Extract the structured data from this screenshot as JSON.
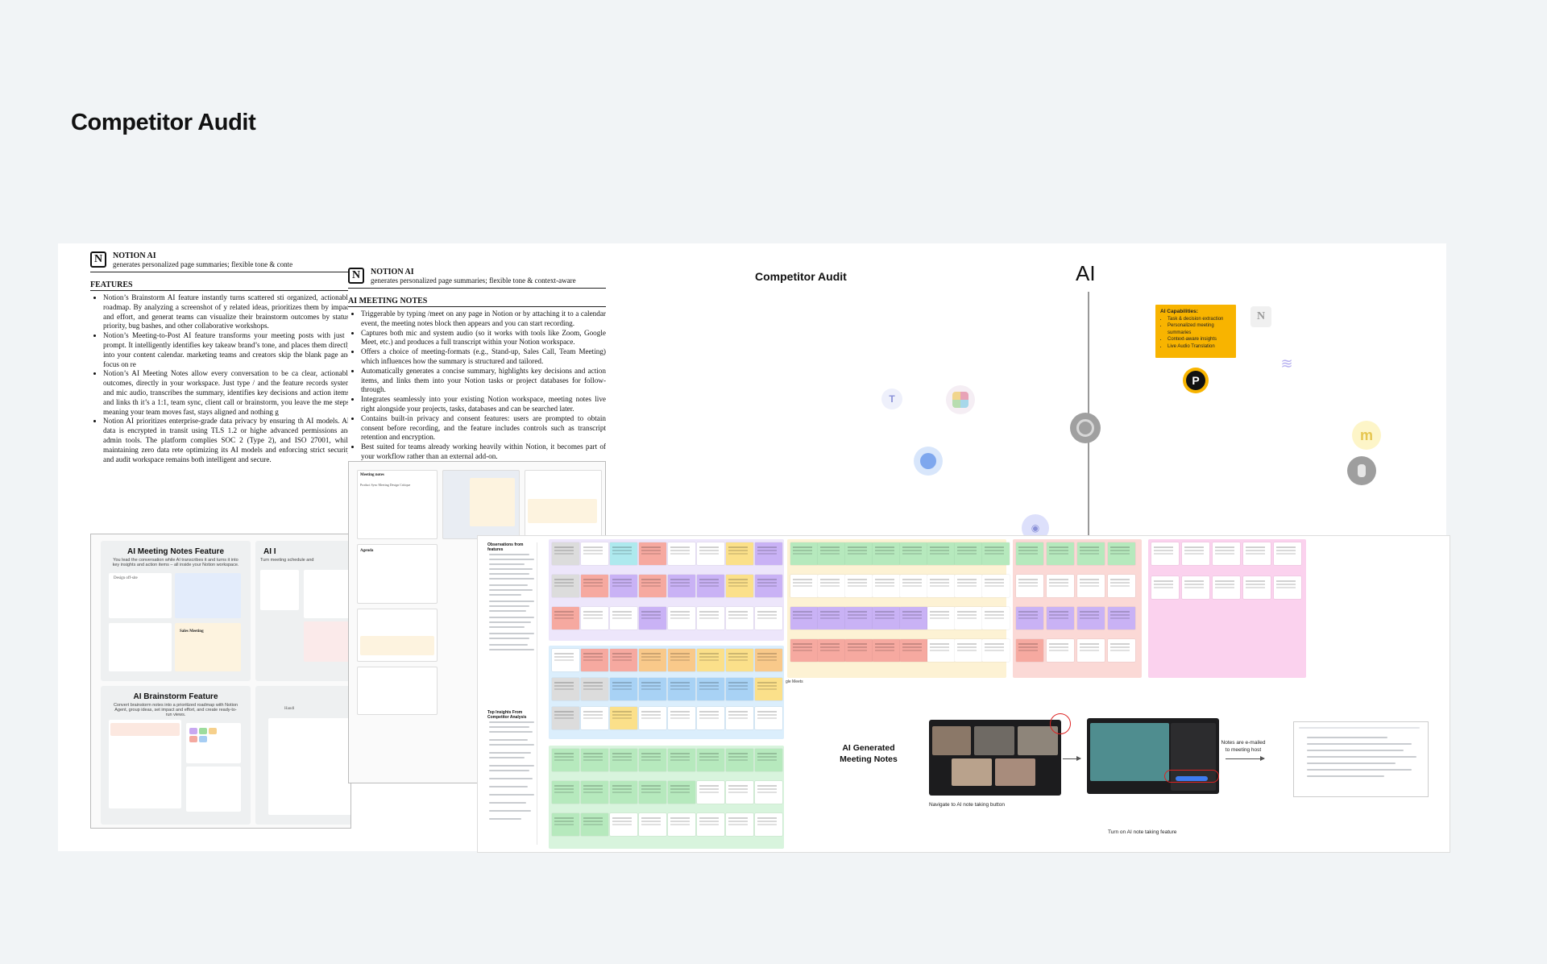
{
  "page": {
    "title": "Competitor Audit",
    "background": "#f1f4f6"
  },
  "doc1": {
    "brand": "NOTION AI",
    "tagline": "generates personalized page summaries; flexible tone & conte",
    "section": "FEATURES",
    "bullets": [
      "Notion’s Brainstorm AI feature instantly turns scattered sti organized, actionable roadmap. By analyzing a screenshot of y related ideas, prioritizes them by impact and effort, and generat teams can visualize their brainstorm outcomes by status, priority, bug bashes, and other collaborative workshops.",
      "Notion’s Meeting-to-Post AI feature transforms your meeting posts with just a prompt. It intelligently identifies key takeaw brand’s tone, and places them directly into your content calendar. marketing teams and creators skip the blank page and focus on re",
      "Notion’s AI Meeting Notes allow every conversation to be ca clear, actionable outcomes, directly in your workspace. Just type / and the feature records system and mic audio, transcribes the summary, identifies key decisions and action items, and links th it’s a 1:1, team sync, client call or brainstorm, you leave the me steps, meaning your team moves fast, stays aligned and nothing g",
      "Notion AI prioritizes enterprise-grade data privacy by ensuring th AI models. All data is encrypted in transit using TLS 1.2 or highe advanced permissions and admin tools. The platform complies SOC 2 (Type 2), and ISO 27001, while maintaining zero data rete optimizing its AI models and enforcing strict security and audit workspace remains both intelligent and secure."
    ],
    "panels": [
      {
        "title": "AI Meeting Notes Feature",
        "desc": "You lead the conversation while AI transcribes it and turns it into key insights and action items – all inside your Notion workspace."
      },
      {
        "title": "AI Brainstorm Feature",
        "desc": "Convert brainstorm notes into a prioritized roadmap with Notion Agent, group ideas, set impact and effort, and create ready-to-run views."
      },
      {
        "title": "AI I",
        "desc": "Turn meeting schedule and"
      }
    ],
    "panel_labels": {
      "sales_meeting": "Sales Meeting",
      "design_offsite": "Design off-site",
      "side_col": "Handl"
    }
  },
  "doc2": {
    "brand": "NOTION AI",
    "tagline": "generates personalized page summaries; flexible tone & context-aware",
    "section": "AI MEETING NOTES",
    "bullets": [
      "Triggerable by typing /meet on any page in Notion or by attaching it to a calendar event, the meeting notes block then appears and you can start recording.",
      "Captures both mic and system audio (so it works with tools like Zoom, Google Meet, etc.) and produces a full transcript within your Notion workspace.",
      "Offers a choice of meeting-formats (e.g., Stand-up, Sales Call, Team Meeting) which influences how the summary is structured and tailored.",
      "Automatically generates a concise summary, highlights key decisions and action items, and links them into your Notion tasks or project databases for follow-through.",
      "Integrates seamlessly into your existing Notion workspace, meeting notes live right alongside your projects, tasks, databases and can be searched later.",
      "Contains built-in privacy and consent features: users are prompted to obtain consent before recording, and the feature includes controls such as transcript retention and encryption.",
      "Best suited for teams already working heavily within Notion, it becomes part of your workflow rather than an external add-on."
    ],
    "shot_labels": {
      "meeting_notes": "Meeting notes",
      "recap": "Product Sync Meeting Design Critique",
      "agenda": "Agenda"
    }
  },
  "map": {
    "title": "Competitor Audit",
    "axis_label": "AI",
    "note": {
      "heading": "AI Capabilities:",
      "items": [
        "Task & decision extraction",
        "Personalized meeting summaries",
        "Context-aware insights",
        "Live Audio Translation"
      ],
      "color": "#f8b400"
    },
    "icons": [
      "teams-icon",
      "slack-icon",
      "zoom-icon",
      "discord-icon",
      "otter-icon",
      "notion-icon",
      "fathom-icon",
      "miro-icon",
      "figma-icon",
      "audio-waveform-icon",
      "p-logo-icon"
    ]
  },
  "board": {
    "sidebar": {
      "heading": "Observations from features",
      "insights_heading": "Top Insights From Competitor Analysis"
    },
    "zone_label": "gle Meets",
    "flow": {
      "section_label": "AI Generated Meeting Notes",
      "step1": "Navigate to AI note taking button",
      "step2": "Turn on AI note taking feature",
      "step3": "Notes are e-mailed to meeting host"
    }
  },
  "colors": {
    "zone_purple": "#ede6fb",
    "zone_blue": "#dbeefc",
    "zone_green": "#d8f4dd",
    "zone_yellow": "#fdf2d4",
    "zone_red": "#fbd9d6",
    "zone_pink": "#fbd2ee"
  }
}
